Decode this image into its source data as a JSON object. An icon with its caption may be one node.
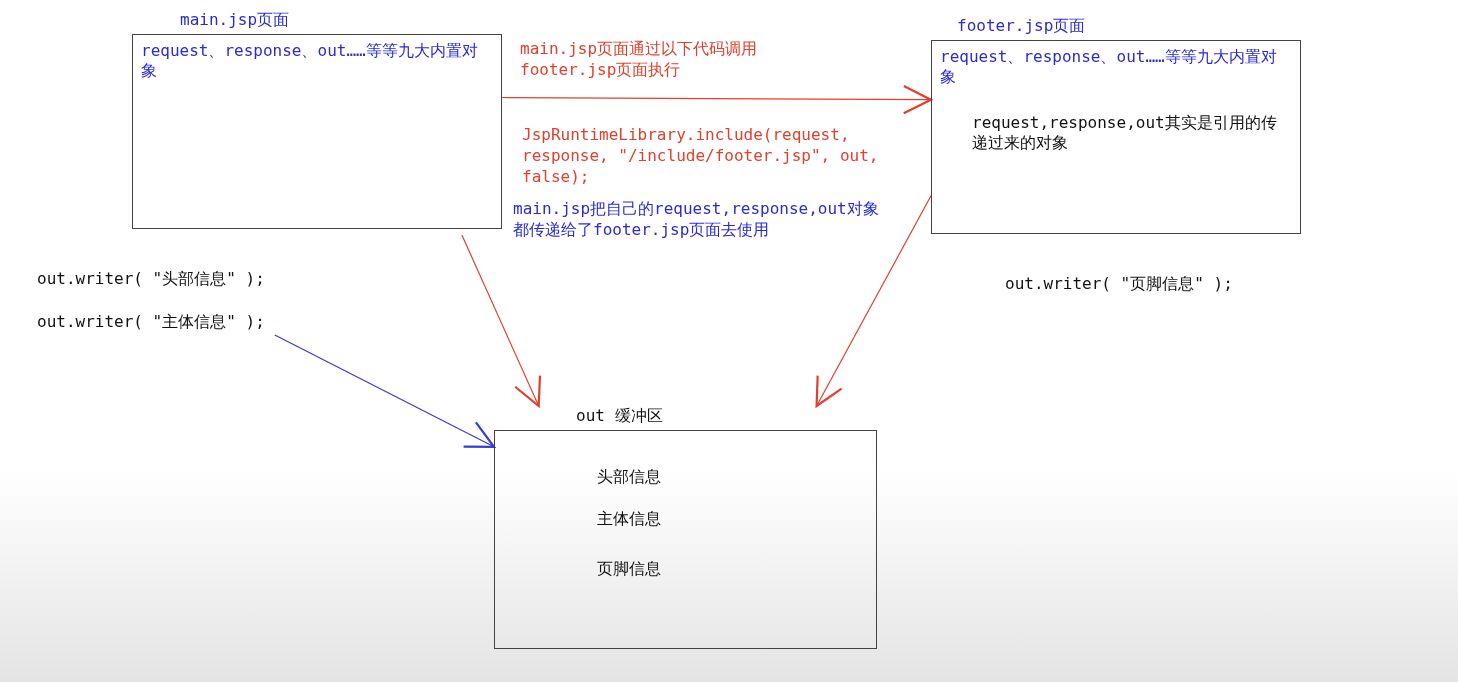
{
  "diagram": {
    "nodes": [
      {
        "text": [
          "main.jsp页面",
          "request、response、out……等等九大内置对象"
        ]
      },
      {
        "text": [
          "footer.jsp页面",
          "request、response、out……等等九大内置对象",
          "request,response,out其实是引用的传递过来的对象"
        ]
      },
      {
        "text": [
          "out.writer( \"主体信息\" );"
        ]
      },
      {
        "text": [
          "out 缓冲区",
          "头部信息",
          "主体信息",
          "页脚信息"
        ]
      }
    ],
    "edges": [
      {
        "from": 0,
        "to": 3,
        "arrow": "to"
      },
      {
        "from": 0,
        "to": 1,
        "arrow": "to",
        "label": "main.jsp页面通过以下代码调用footer.jsp页面执行"
      },
      {
        "from": 1,
        "to": 3,
        "arrow": "to"
      },
      {
        "from": 2,
        "to": 3,
        "arrow": "to",
        "color": "#3a3ad6"
      }
    ],
    "labels": [
      "out.writer( \"头部信息\" );",
      "JspRuntimeLibrary.include(request, response, \"/include/footer.jsp\", out, false);",
      "main.jsp把自己的request,response,out对象都传递给了footer.jsp页面去使用",
      "out.writer( \"页脚信息\" );"
    ]
  }
}
